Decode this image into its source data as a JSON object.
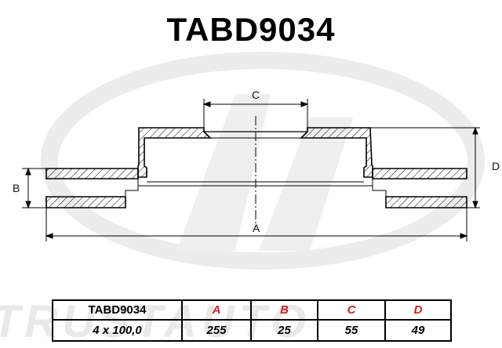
{
  "title": "TABD9034",
  "watermark": {
    "brand": "TRUSTAUTO"
  },
  "drawing": {
    "labels": {
      "a": "A",
      "b": "B",
      "c": "C",
      "d": "D"
    }
  },
  "specs_table": {
    "model": "TABD9034",
    "pattern": "4 x 100,0",
    "headers": [
      "A",
      "B",
      "C",
      "D"
    ],
    "values": [
      "255",
      "25",
      "55",
      "49"
    ]
  },
  "colors": {
    "accent": "#d21f1f",
    "line": "#000000",
    "watermark": "#e9e9e9"
  }
}
